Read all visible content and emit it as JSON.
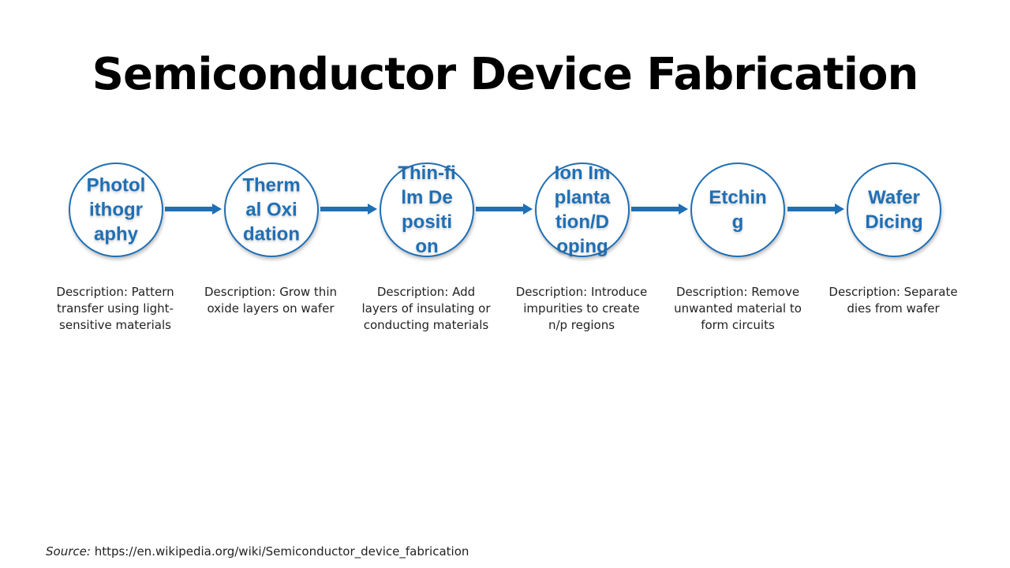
{
  "title": "Semiconductor Device Fabrication",
  "accent_color": "#1f6fb5",
  "steps": [
    {
      "label": "Photolithography",
      "description": "Description: Pattern transfer using light-sensitive materials"
    },
    {
      "label": "Thermal Oxidation",
      "description": "Description: Grow thin oxide layers on wafer"
    },
    {
      "label": "Thin-film Deposition",
      "description": "Description: Add layers of insulating or conducting materials"
    },
    {
      "label": "Ion Implantation/Doping",
      "description": "Description: Introduce impurities to create n/p regions"
    },
    {
      "label": "Etching",
      "description": "Description: Remove unwanted material to form circuits"
    },
    {
      "label": "Wafer Dicing",
      "description": "Description: Separate dies from wafer"
    }
  ],
  "source": {
    "prefix": "Source:",
    "url": "https://en.wikipedia.org/wiki/Semiconductor_device_fabrication"
  }
}
